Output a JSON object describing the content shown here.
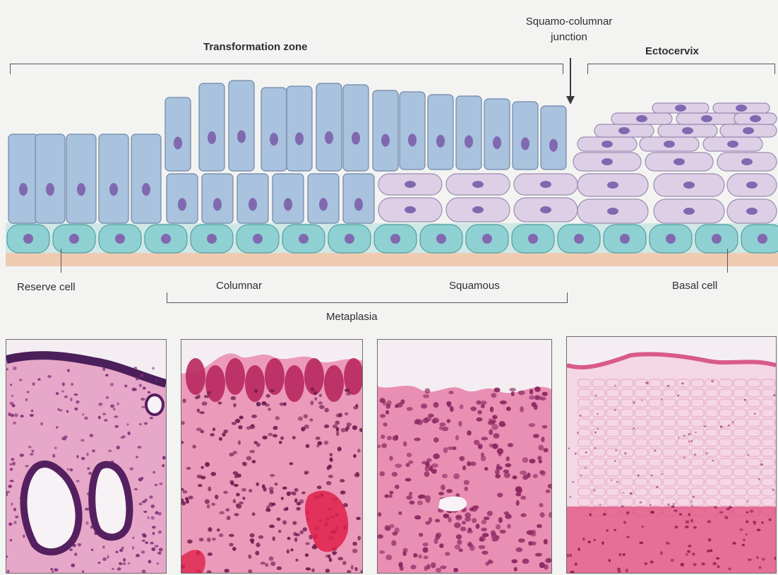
{
  "top_labels": {
    "transformation_zone": "Transformation zone",
    "squamo_columnar_junction": "Squamo-columnar\njunction",
    "ectocervix": "Ectocervix"
  },
  "bottom_labels": {
    "reserve_cell": "Reserve cell",
    "columnar": "Columnar",
    "squamous": "Squamous",
    "metaplasia": "Metaplasia",
    "basal_cell": "Basal cell"
  },
  "colors": {
    "columnar_cell": "#a9c2dd",
    "squamous_cell": "#ddd0e6",
    "basal_cell": "#8fd1d2",
    "nucleus": "#8069b0",
    "stroma_band": "#efcbb2",
    "stain_nuclei": "#7a2c74",
    "stain_tissue": "#e98fb3"
  },
  "histology_panels": [
    {
      "name": "columnar-epithelium-micrograph"
    },
    {
      "name": "reserve-cell-hyperplasia-micrograph"
    },
    {
      "name": "squamous-metaplasia-micrograph"
    },
    {
      "name": "squamous-epithelium-micrograph"
    }
  ]
}
